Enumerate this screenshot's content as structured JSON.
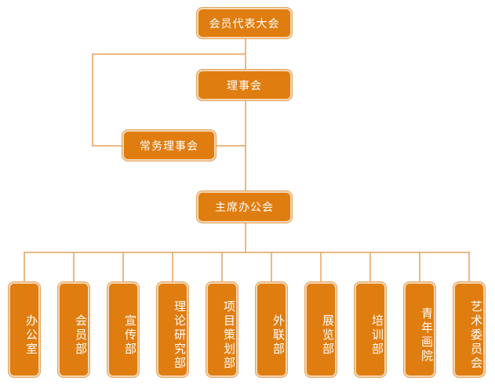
{
  "colors": {
    "box_fill": "#e07d10",
    "line": "#e3a25d",
    "text": "#ffffff"
  },
  "top_nodes": {
    "congress": "会员代表大会",
    "council": "理事会",
    "standing_council": "常务理事会",
    "chair_office": "主席办公会"
  },
  "departments": [
    {
      "label": "办公室"
    },
    {
      "label": "会员部"
    },
    {
      "label": "宣传部"
    },
    {
      "label": "理论研究部"
    },
    {
      "label": "项目策划部"
    },
    {
      "label": "外联部"
    },
    {
      "label": "展览部"
    },
    {
      "label": "培训部"
    },
    {
      "label": "青年画院"
    },
    {
      "label": "艺术委员会"
    }
  ]
}
